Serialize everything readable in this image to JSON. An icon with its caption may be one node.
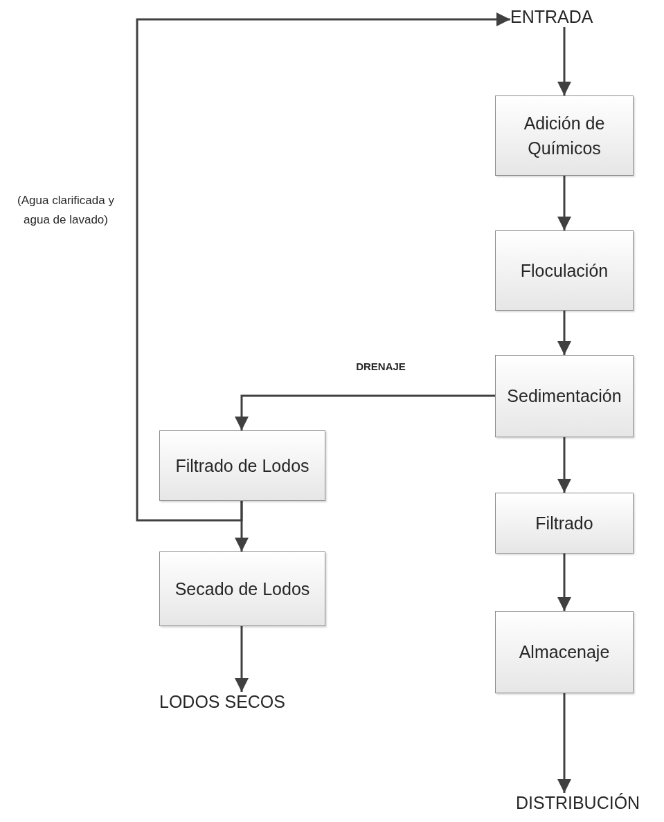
{
  "diagram": {
    "nodes": [
      {
        "text": [
          "ENTRADA"
        ]
      },
      {
        "text": [
          "Adición de Químicos"
        ]
      },
      {
        "text": [
          "Floculación"
        ]
      },
      {
        "text": [
          "Sedimentación"
        ]
      },
      {
        "text": [
          "Filtrado de Lodos"
        ]
      },
      {
        "text": [
          "Filtrado"
        ]
      },
      {
        "text": [
          "Secado de Lodos"
        ]
      },
      {
        "text": [
          "Almacenaje"
        ]
      },
      {
        "text": [
          "LODOS SECOS"
        ]
      },
      {
        "text": [
          "DISTRIBUCIÓN"
        ]
      }
    ],
    "edges": [
      {
        "from": 0,
        "to": 1,
        "arrow": "to"
      },
      {
        "from": 1,
        "to": 2,
        "arrow": "to"
      },
      {
        "from": 2,
        "to": 3,
        "arrow": "to"
      },
      {
        "from": 3,
        "to": 4,
        "arrow": "to",
        "label": "DRENAJE"
      },
      {
        "from": 4,
        "to": 6,
        "arrow": "to"
      },
      {
        "from": 4,
        "to": 0,
        "arrow": "to",
        "label": "(Agua clarificada y agua de lavado)"
      },
      {
        "from": 3,
        "to": 5,
        "arrow": "to"
      },
      {
        "from": 5,
        "to": 7,
        "arrow": "to"
      },
      {
        "from": 6,
        "to": 8,
        "arrow": "to"
      },
      {
        "from": 7,
        "to": 9,
        "arrow": "to"
      }
    ]
  }
}
